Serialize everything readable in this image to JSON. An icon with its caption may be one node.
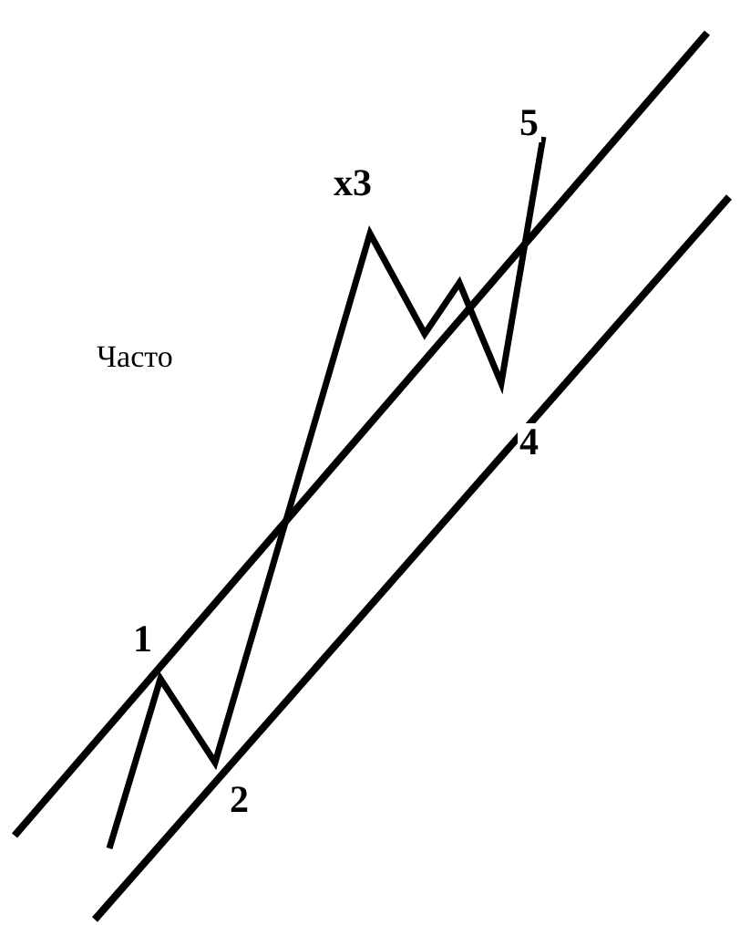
{
  "diagram": {
    "labels": [
      "5",
      "x3",
      "Часто",
      "4",
      "1",
      "2"
    ]
  }
}
